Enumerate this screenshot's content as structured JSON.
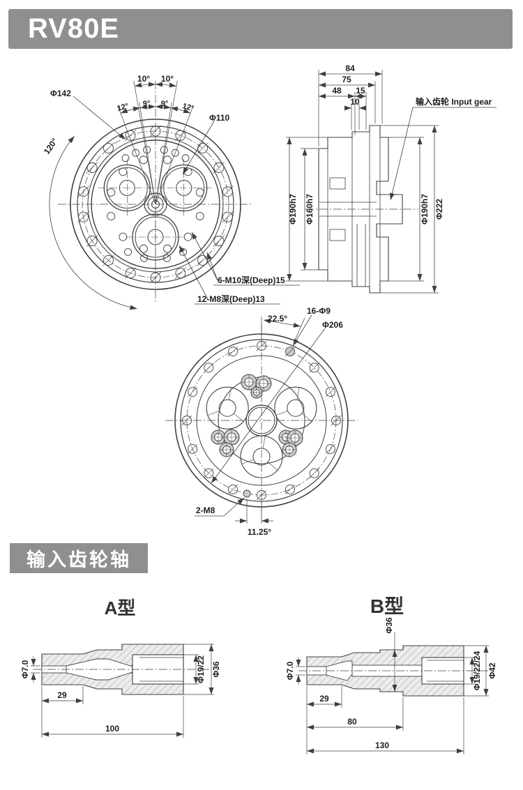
{
  "page": {
    "background": "#ffffff",
    "accent_gray": "#8f8f8f",
    "line_color": "#3f3f3f"
  },
  "header": {
    "title": "RV80E"
  },
  "front_view": {
    "labels": {
      "dia_bolt_circle": "Φ142",
      "dia_inner_circle": "Φ110",
      "angle_span_left": "120°",
      "angle_top_left": "10°",
      "angle_top_right": "10°",
      "angle_12_left": "12°",
      "angle_9_left": "9°",
      "angle_9_right": "9°",
      "angle_12_right": "12°",
      "tap_m10": "6-M10深(Deep)15",
      "tap_m8": "12-M8深(Deep)13"
    }
  },
  "side_view": {
    "dims": {
      "len_84": "84",
      "len_75": "75",
      "len_48": "48",
      "len_15": "15",
      "len_10": "10"
    },
    "diameters": {
      "left_outer": "Φ190h7",
      "left_inner": "Φ160h7",
      "right_inner": "Φ190h7",
      "right_outer": "Φ222"
    },
    "input_gear_label": "输入齿轮 Input gear"
  },
  "bottom_view": {
    "labels": {
      "angle_22_5": "22.5°",
      "holes_16": "16-Φ9",
      "dia_206": "Φ206",
      "tap_2m8": "2-M8",
      "angle_11_25": "11.25°"
    }
  },
  "shaft_section": {
    "title": "输入齿轮轴",
    "type_a": {
      "title": "A型",
      "dia_tip": "Φ7.0",
      "len_29": "29",
      "len_100": "100",
      "dia_bore": "Φ19/22",
      "dia_body": "Φ36"
    },
    "type_b": {
      "title": "B型",
      "dia_tip": "Φ7.0",
      "dia_mid": "Φ36",
      "len_29": "29",
      "len_80": "80",
      "len_130": "130",
      "dia_bore": "Φ19/22/24",
      "dia_body": "Φ42"
    }
  }
}
